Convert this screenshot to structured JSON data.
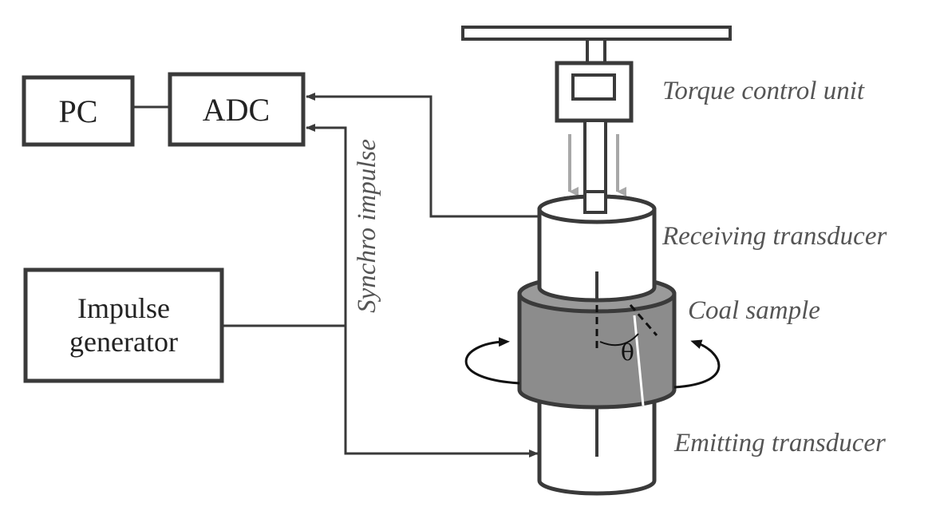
{
  "blocks": {
    "pc": "PC",
    "adc": "ADC",
    "impulse_line1": "Impulse",
    "impulse_line2": "generator"
  },
  "labels": {
    "torque": "Torque control unit",
    "receiving": "Receiving transducer",
    "coal": "Coal sample",
    "emitting": "Emitting transducer",
    "synchro": "Synchro impulse",
    "theta": "θ"
  },
  "colors": {
    "stroke": "#3a3a3a",
    "sample_fill": "#8c8c8c",
    "arrow_light": "#a8a8a8"
  }
}
